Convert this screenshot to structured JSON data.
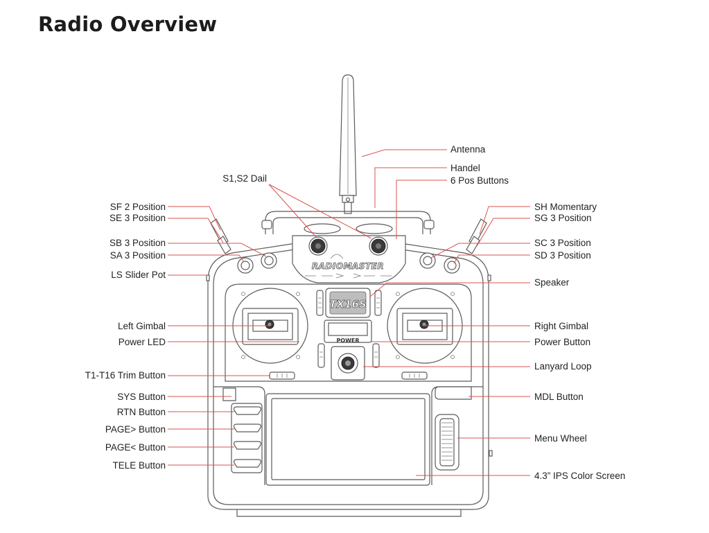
{
  "page": {
    "title": "Radio Overview"
  },
  "diagram": {
    "device_brand": "RADIOMASTER",
    "device_model": "TX16S",
    "power_marking": "POWER",
    "labels_left": [
      "S1,S2 Dail",
      "SF 2 Position",
      "SE 3 Position",
      "SB 3 Position",
      "SA 3 Position",
      "LS Slider Pot",
      "Left Gimbal",
      "Power LED",
      "T1-T16 Trim Button",
      "SYS Button",
      "RTN Button",
      "PAGE> Button",
      "PAGE< Button",
      "TELE Button"
    ],
    "labels_right": [
      "Antenna",
      "Handel",
      "6 Pos Buttons",
      "SH Momentary",
      "SG 3 Position",
      "SC 3 Position",
      "SD 3 Position",
      "Speaker",
      "Right Gimbal",
      "Power Button",
      "Lanyard Loop",
      "MDL Button",
      "Menu Wheel",
      "4.3” IPS Color Screen"
    ]
  }
}
